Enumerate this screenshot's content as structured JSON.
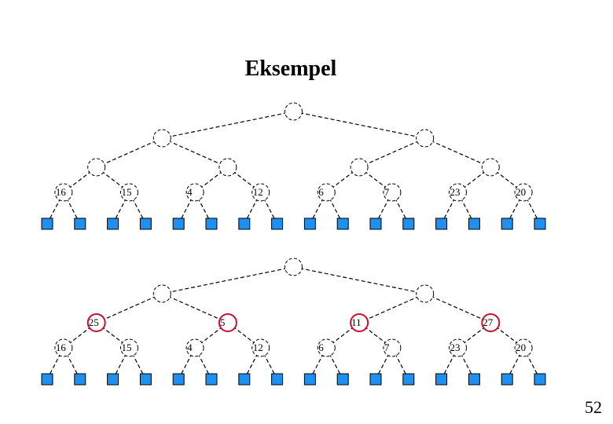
{
  "title": "Eksempel",
  "page_number": "52",
  "trees": [
    {
      "name": "tree-initial",
      "internal_labels": [
        "",
        "",
        "",
        "",
        "",
        "",
        ""
      ],
      "bottom_labels": [
        "16",
        "15",
        "4",
        "12",
        "6",
        "7",
        "23",
        "20"
      ],
      "highlight_level2": false
    },
    {
      "name": "tree-after",
      "internal_labels": [
        "",
        "",
        "",
        "25",
        "5",
        "11",
        "27"
      ],
      "bottom_labels": [
        "16",
        "15",
        "4",
        "12",
        "6",
        "7",
        "23",
        "20"
      ],
      "highlight_level2": true
    }
  ],
  "colors": {
    "leaf_fill": "#1f8ff0",
    "highlight": "#c8102e"
  }
}
